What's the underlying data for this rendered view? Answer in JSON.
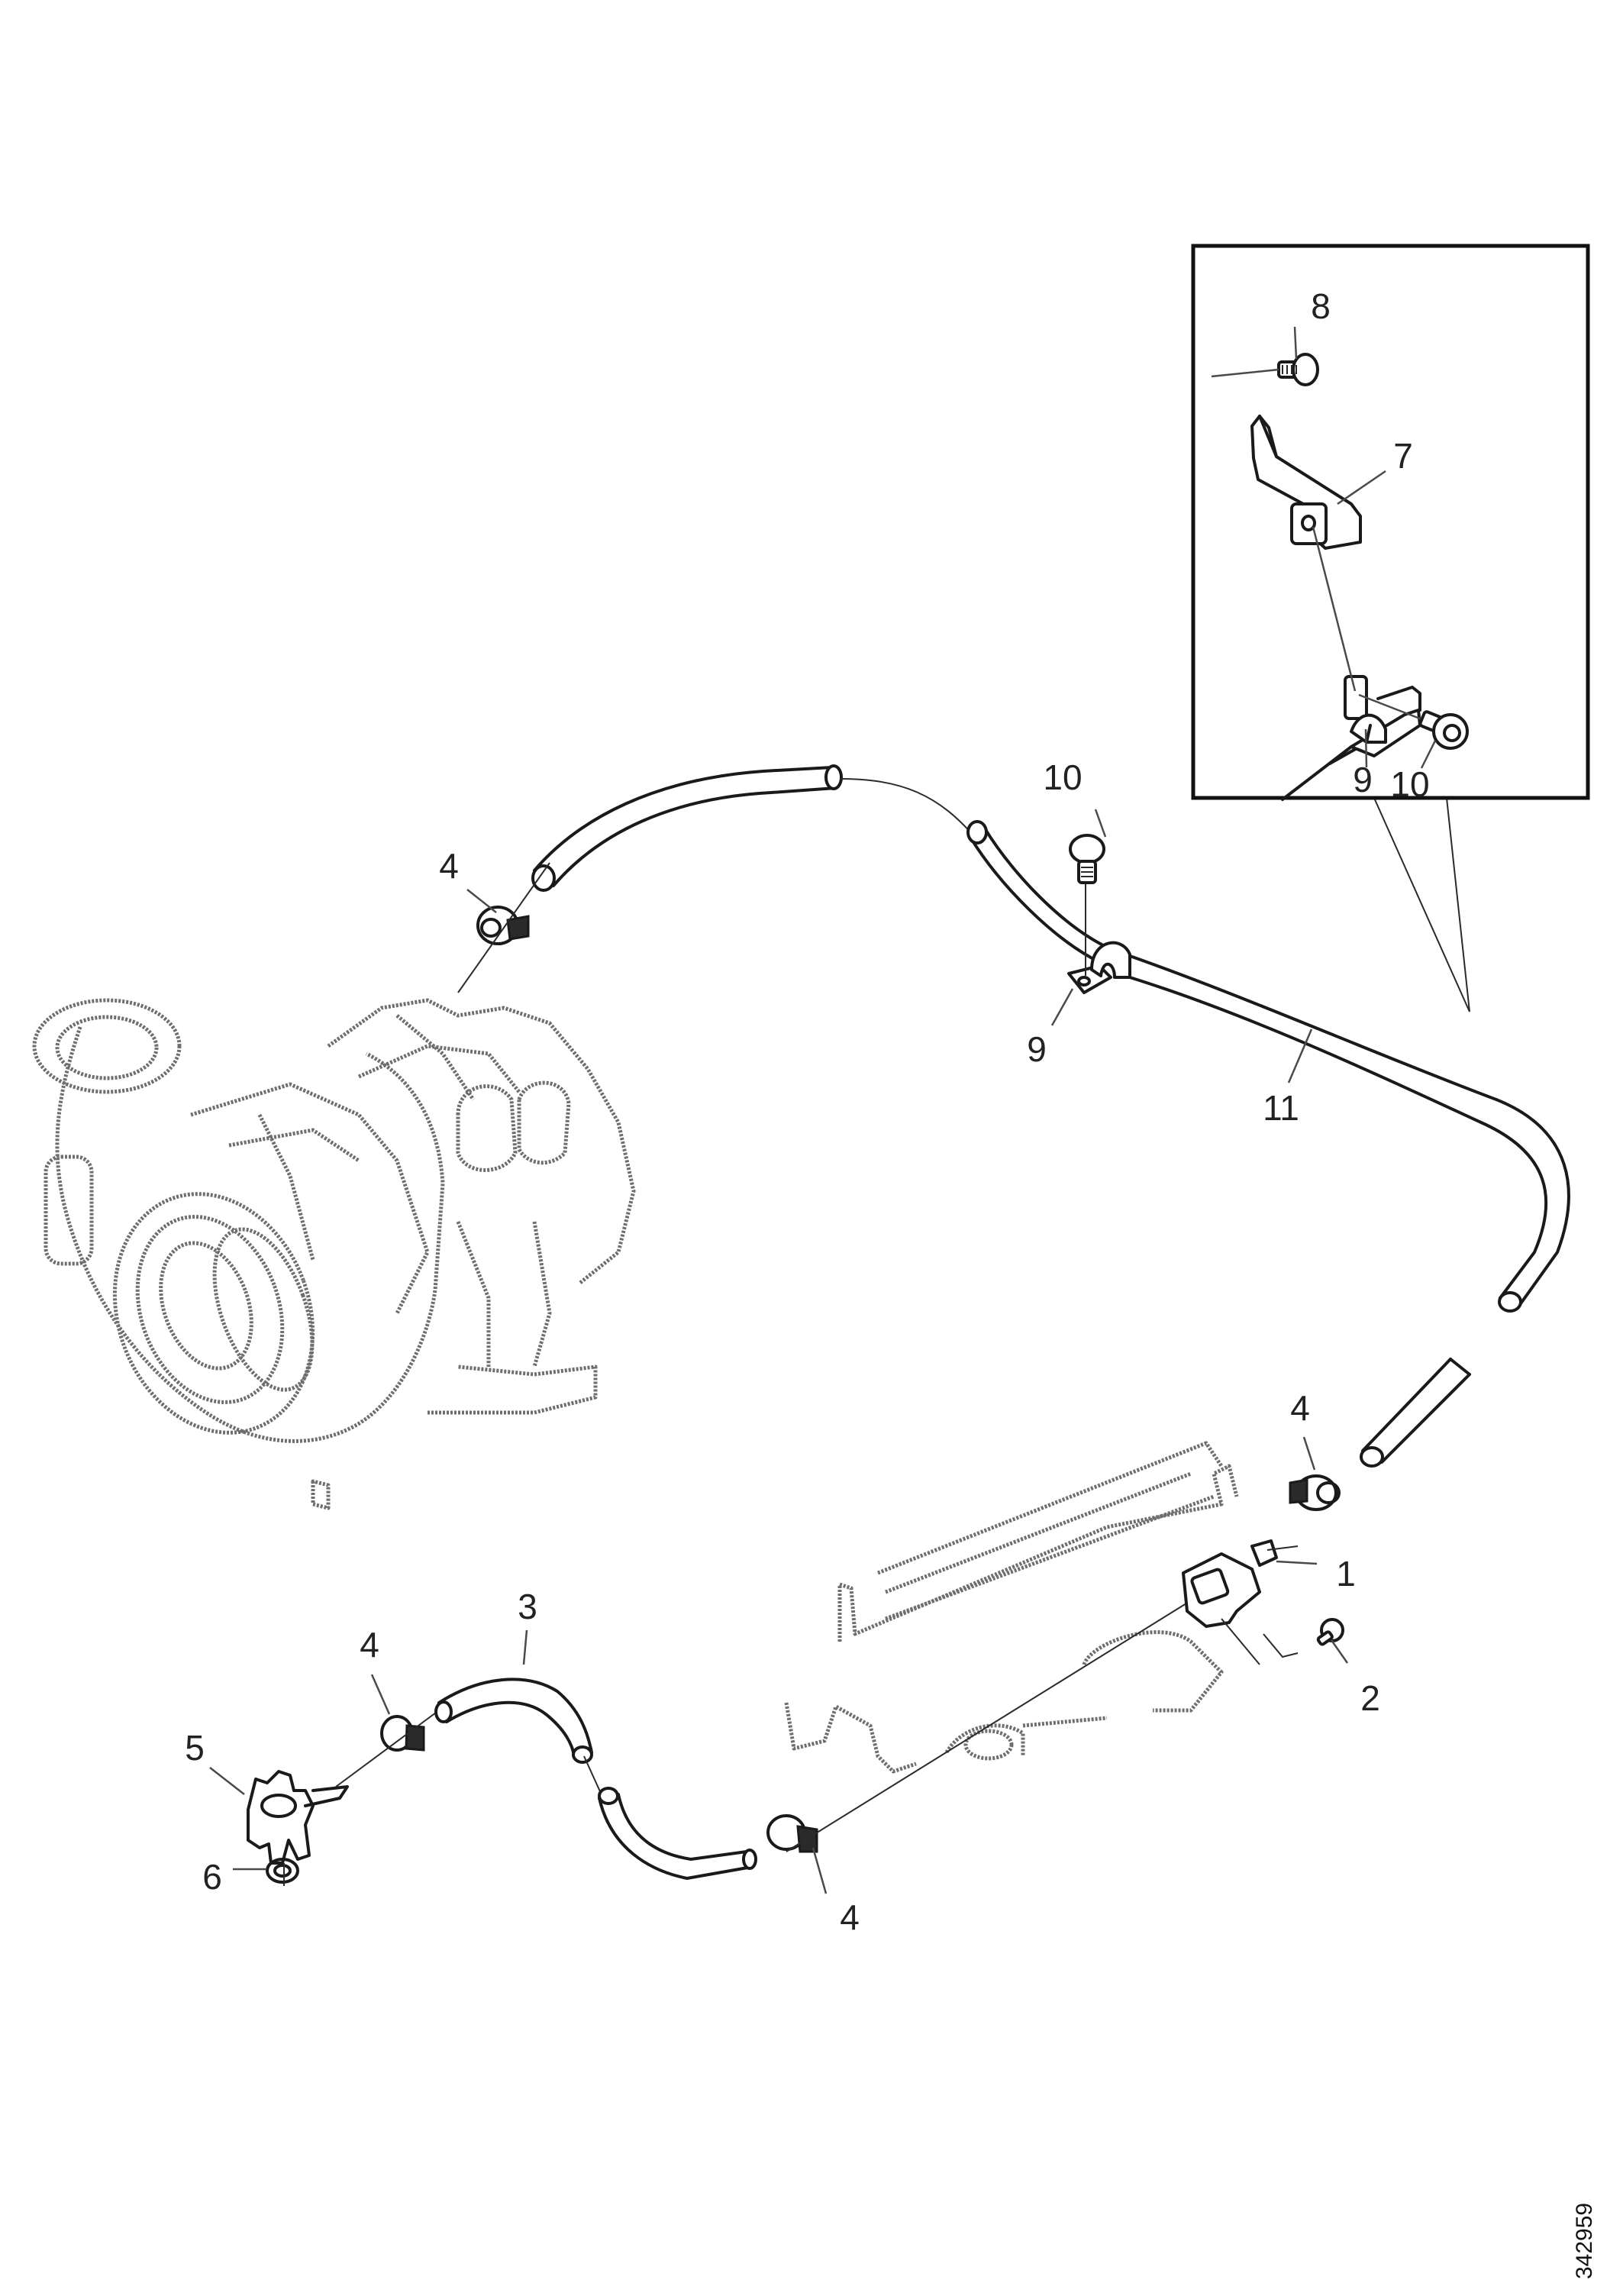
{
  "figure": {
    "number": "342959",
    "type": "exploded parts diagram",
    "subject": "turbocharger pressure line / vacuum hose routing"
  },
  "callouts": [
    {
      "id": "c1",
      "label": "1",
      "part": "valve-connector"
    },
    {
      "id": "c2",
      "label": "2",
      "part": "bolt"
    },
    {
      "id": "c3",
      "label": "3",
      "part": "hose-lower"
    },
    {
      "id": "c4a",
      "label": "4",
      "part": "hose-clamp-upper"
    },
    {
      "id": "c4b",
      "label": "4",
      "part": "hose-clamp-right"
    },
    {
      "id": "c4c",
      "label": "4",
      "part": "hose-clamp-left"
    },
    {
      "id": "c4d",
      "label": "4",
      "part": "hose-clamp-bottom"
    },
    {
      "id": "c5",
      "label": "5",
      "part": "fitting"
    },
    {
      "id": "c6",
      "label": "6",
      "part": "sealing-ring"
    },
    {
      "id": "c9",
      "label": "9",
      "part": "clip"
    },
    {
      "id": "c10",
      "label": "10",
      "part": "clip-bolt"
    },
    {
      "id": "c11",
      "label": "11",
      "part": "hose-main"
    }
  ],
  "inset": {
    "title": "detail view",
    "callouts": [
      {
        "id": "i7",
        "label": "7",
        "part": "bracket"
      },
      {
        "id": "i8",
        "label": "8",
        "part": "bracket-bolt"
      },
      {
        "id": "i9",
        "label": "9",
        "part": "clip"
      },
      {
        "id": "i10",
        "label": "10",
        "part": "clip-bolt"
      }
    ]
  },
  "colors": {
    "line": "#1a1a1a",
    "grey_line": "#6e6e6e",
    "background": "#ffffff"
  }
}
